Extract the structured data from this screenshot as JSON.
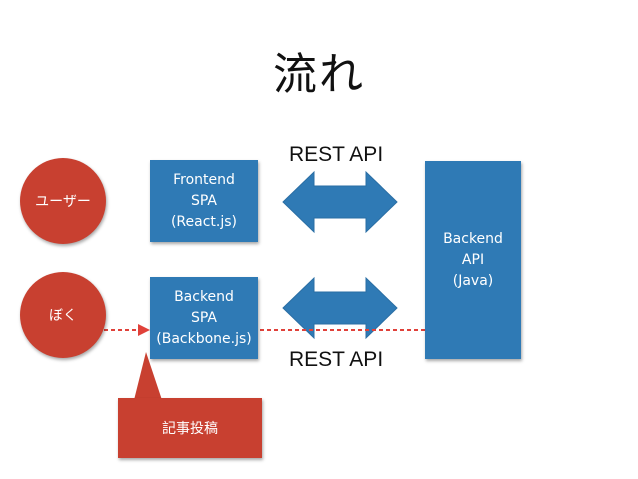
{
  "title": "流れ",
  "labels": {
    "rest_api_top": "REST API",
    "rest_api_bottom": "REST API"
  },
  "circles": {
    "user": "ユーザー",
    "me": "ぼく"
  },
  "boxes": {
    "frontend_spa": [
      "Frontend",
      "SPA",
      "(React.js)"
    ],
    "backend_spa": [
      "Backend",
      "SPA",
      "(Backbone.js)"
    ],
    "backend_api": [
      "Backend",
      "API",
      "(Java)"
    ]
  },
  "callout": "記事投稿",
  "colors": {
    "box_blue": "#2f7ab5",
    "circle_red": "#c84030",
    "dashed_red": "#e0413a"
  }
}
